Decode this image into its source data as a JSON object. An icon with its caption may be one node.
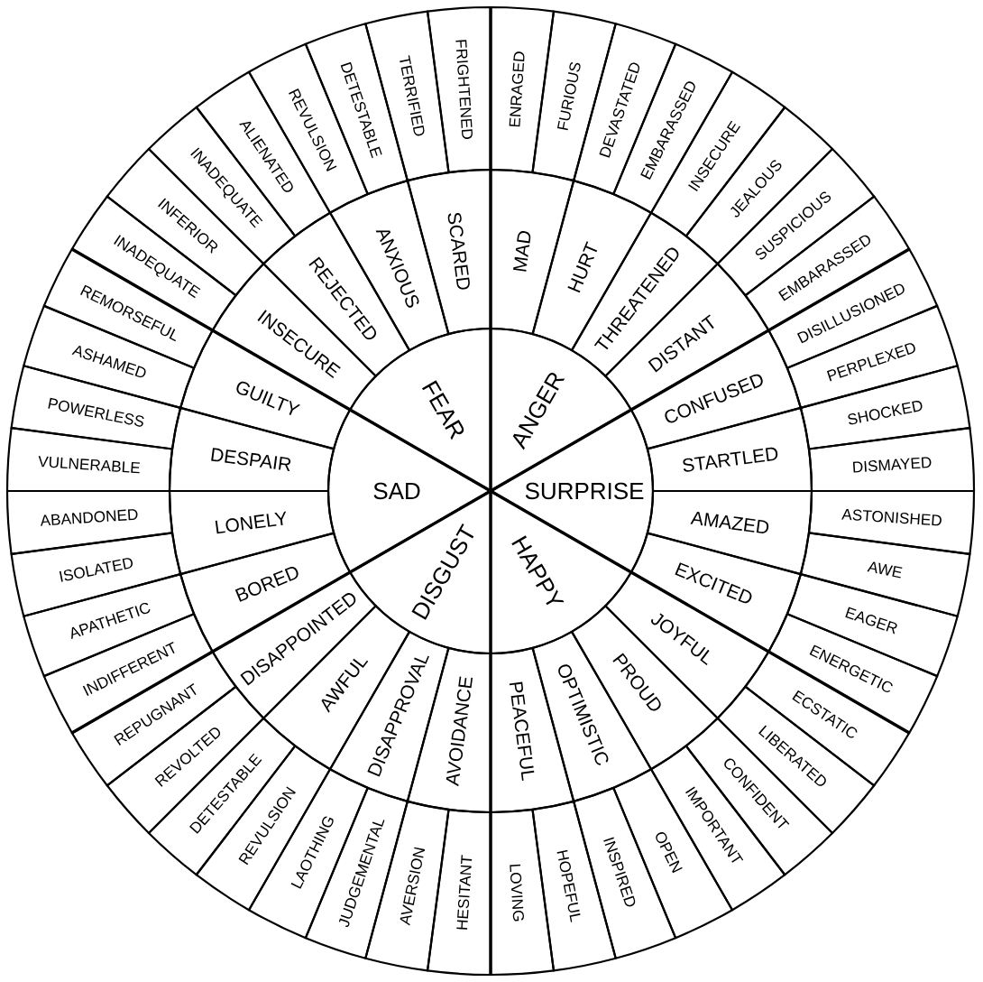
{
  "diagram": {
    "nodes": [
      {
        "text": [
          "ANGER"
        ]
      },
      {
        "text": [
          "SURPRISE"
        ]
      },
      {
        "text": [
          "HAPPY"
        ]
      },
      {
        "text": [
          "DISGUST"
        ]
      },
      {
        "text": [
          "SAD"
        ]
      },
      {
        "text": [
          "FEAR"
        ]
      },
      {
        "text": [
          "MAD"
        ]
      },
      {
        "text": [
          "HURT"
        ]
      },
      {
        "text": [
          "THREATENED"
        ]
      },
      {
        "text": [
          "DISTANT"
        ]
      },
      {
        "text": [
          "CONFUSED"
        ]
      },
      {
        "text": [
          "STARTLED"
        ]
      },
      {
        "text": [
          "AMAZED"
        ]
      },
      {
        "text": [
          "EXCITED"
        ]
      },
      {
        "text": [
          "JOYFUL"
        ]
      },
      {
        "text": [
          "PROUD"
        ]
      },
      {
        "text": [
          "OPTIMISTIC"
        ]
      },
      {
        "text": [
          "PEACEFUL"
        ]
      },
      {
        "text": [
          "AVOIDANCE"
        ]
      },
      {
        "text": [
          "DISAPPROVAL"
        ]
      },
      {
        "text": [
          "AWFUL"
        ]
      },
      {
        "text": [
          "DISAPPOINTED"
        ]
      },
      {
        "text": [
          "BORED"
        ]
      },
      {
        "text": [
          "LONELY"
        ]
      },
      {
        "text": [
          "DESPAIR"
        ]
      },
      {
        "text": [
          "GUILTY"
        ]
      },
      {
        "text": [
          "INSECURE"
        ]
      },
      {
        "text": [
          "REJECTED"
        ]
      },
      {
        "text": [
          "ANXIOUS"
        ]
      },
      {
        "text": [
          "SCARED"
        ]
      },
      {
        "text": [
          "ENRAGED"
        ]
      },
      {
        "text": [
          "FURIOUS"
        ]
      },
      {
        "text": [
          "DEVASTATED"
        ]
      },
      {
        "text": [
          "EMBARASSED"
        ]
      },
      {
        "text": [
          "INSECURE"
        ]
      },
      {
        "text": [
          "JEALOUS"
        ]
      },
      {
        "text": [
          "SUSPICIOUS"
        ]
      },
      {
        "text": [
          "EMBARASSED"
        ]
      },
      {
        "text": [
          "DISILLUSIONED"
        ]
      },
      {
        "text": [
          "PERPLEXED"
        ]
      },
      {
        "text": [
          "SHOCKED"
        ]
      },
      {
        "text": [
          "DISMAYED"
        ]
      },
      {
        "text": [
          "ASTONISHED"
        ]
      },
      {
        "text": [
          "AWE"
        ]
      },
      {
        "text": [
          "EAGER"
        ]
      },
      {
        "text": [
          "ENERGETIC"
        ]
      },
      {
        "text": [
          "ECSTATIC"
        ]
      },
      {
        "text": [
          "LIBERATED"
        ]
      },
      {
        "text": [
          "CONFIDENT"
        ]
      },
      {
        "text": [
          "IMPORTANT"
        ]
      },
      {
        "text": [
          "OPEN"
        ]
      },
      {
        "text": [
          "INSPIRED"
        ]
      },
      {
        "text": [
          "HOPEFUL"
        ]
      },
      {
        "text": [
          "LOVING"
        ]
      },
      {
        "text": [
          "HESITANT"
        ]
      },
      {
        "text": [
          "AVERSION"
        ]
      },
      {
        "text": [
          "JUDGEMENTAL"
        ]
      },
      {
        "text": [
          "LAOTHING"
        ]
      },
      {
        "text": [
          "REVULSION"
        ]
      },
      {
        "text": [
          "DETESTABLE"
        ]
      },
      {
        "text": [
          "REVOLTED"
        ]
      },
      {
        "text": [
          "REPUGNANT"
        ]
      },
      {
        "text": [
          "INDIFFERENT"
        ]
      },
      {
        "text": [
          "APATHETIC"
        ]
      },
      {
        "text": [
          "ISOLATED"
        ]
      },
      {
        "text": [
          "ABANDONED"
        ]
      },
      {
        "text": [
          "VULNERABLE"
        ]
      },
      {
        "text": [
          "POWERLESS"
        ]
      },
      {
        "text": [
          "ASHAMED"
        ]
      },
      {
        "text": [
          "REMORSEFUL"
        ]
      },
      {
        "text": [
          "INADEQUATE"
        ]
      },
      {
        "text": [
          "INFERIOR"
        ]
      },
      {
        "text": [
          "INADEQUATE"
        ]
      },
      {
        "text": [
          "ALIENATED"
        ]
      },
      {
        "text": [
          "REVULSION"
        ]
      },
      {
        "text": [
          "DETESTABLE"
        ]
      },
      {
        "text": [
          "TERRIFIED"
        ]
      },
      {
        "text": [
          "FRIGHTENED"
        ]
      }
    ]
  }
}
